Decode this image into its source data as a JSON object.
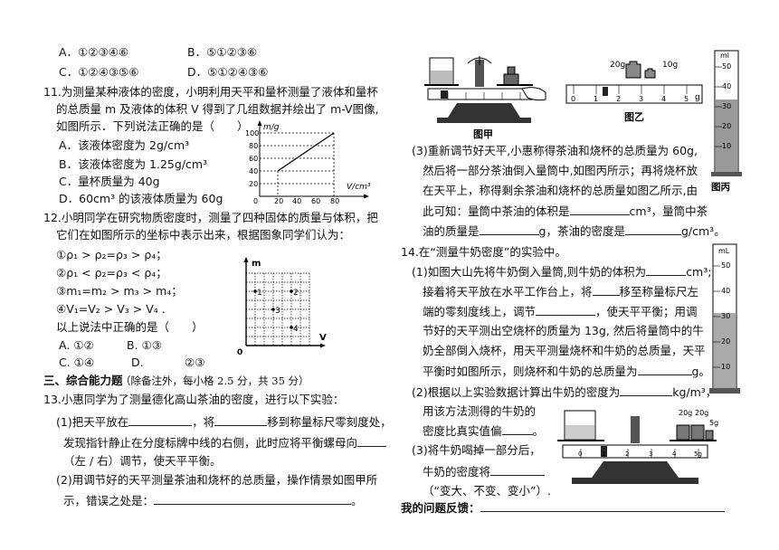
{
  "left": {
    "q10_options": {
      "A": "A．①②③④⑥",
      "B": "B．⑤①②③⑥",
      "C": "C．①②④③⑤⑥",
      "D": "D．⑤①②④③⑥"
    },
    "q11": {
      "line1": "11.为测量某种液体的密度，小明利用天平和量杯测量了液体和量杯",
      "line2": "的总质量 m 及液体的体积 V 得到了几组数据并绘出了 m-V图像,",
      "line3": "如图所示．下列说法正确的是（　　）",
      "A": "A．该液体密度为 2g/cm³",
      "B": "B．该液体密度为 1.25g/cm³",
      "C": "C．量杯质量为 40g",
      "D": "D．60cm³ 的该液体质量为 60g"
    },
    "q11_graph": {
      "ylabel": "m/g",
      "xlabel": "V/cm³",
      "y100": "100",
      "y80": "80",
      "y60": "60",
      "y40": "40",
      "y20": "20",
      "origin": "0",
      "x20": "20",
      "x40": "40",
      "x60": "60",
      "x80": "80"
    },
    "q12": {
      "line1": "12.小明同学在研究物质密度时，测量了四种固体的质量与体积，把",
      "line2": "它们在如图所示的坐标中表示出来，根据图象同学们认为：",
      "s1": "①ρ₁ > ρ₂=ρ₃ > ρ₄；",
      "s2": "②ρ₁ < ρ₂=ρ₃ < ρ₄；",
      "s3": "③m₁=m₂ > m₃ > m₄；",
      "s4": "④V₁=V₂ > V₃ > V₄ .",
      "ask": "以上说法中正确的是（　　）",
      "A": "A. ①②",
      "B": "B. ①③",
      "C": "C. ①④",
      "D": "D.",
      "D2": "②③"
    },
    "q12_graph": {
      "m": "m",
      "V": "V",
      "o": "0",
      "p1": "1",
      "p2": "2",
      "p3": "3",
      "p4": "4"
    },
    "section3": {
      "title": "三、综合能力题",
      "note": "（除备注外，每小格 2.5 分，共 35 分）"
    },
    "q13": {
      "line1": "13.小惠同学为了测量德化高山茶油的密度，进行以下实验：",
      "p1a": "(1)把天平放在",
      "p1b": "，将",
      "p1c": "移到称量标尺零刻度处，",
      "p1d": "发现指针静止在分度标牌中线的右侧，此时应将平衡螺母向",
      "p1e": "（左 / 右）调节，使天平平衡。",
      "p2a": "(2)用调节好的天平测量茶油和烧杯的总质量，操作情景如图甲所",
      "p2b": "示，错误之处是：",
      "p2c": "。"
    }
  },
  "right": {
    "fig_jia": "图甲",
    "fig_yi": "图乙",
    "fig_bing": "图丙",
    "w20": "20g",
    "w10": "10g",
    "scale_ticks": [
      "0",
      "1",
      "2",
      "3",
      "4",
      "5"
    ],
    "scale_unit": "g",
    "cyl1": {
      "unit": "ml",
      "t50": "50",
      "t40": "40",
      "t30": "30",
      "t20": "20",
      "t10": "10"
    },
    "q13_3": {
      "a": "(3)重新调节好天平,小惠称得茶油和烧杯的总质量为 60g,",
      "b": "然后将一部分茶油倒入量筒中,如图丙所示；再将烧杯放",
      "c": "在天平上，称得剩余茶油和烧杯的总质量如图乙所示,由",
      "d1": "此可知：量筒中茶油的体积是",
      "d2": "cm³，量筒中茶",
      "e1": "油的质量是",
      "e2": "g，茶油的密度是",
      "e3": "g/cm³。"
    },
    "q14": {
      "title": "14.在“测量牛奶密度”的实验中。",
      "p1a": "(1)如图大山先将牛奶倒入量筒,则牛奶的体积为",
      "p1b": "cm³;",
      "p1c": "接着将天平放在水平工作台上，将",
      "p1d": "移至称量标尺左",
      "p1e": "端的零刻度线上，调节",
      "p1f": "，使天平平衡；用调",
      "p1g": "节好的天平测出空烧杯的质量为 13g, 然后将量筒中的牛",
      "p1h": "奶全部倒入烧杯，用天平测量烧杯和牛奶的总质量，天平",
      "p1i": "平衡时如图所示，则烧杯和牛奶的总质量为",
      "p1j": "g。",
      "p2a": "(2)根据以上实验数据计算出牛奶的密度为",
      "p2b": "kg/m³，",
      "p2c": "用该方法测得的牛奶的",
      "p2d": "密度比真实值偏",
      "p2e": "。",
      "p3a": "(3)将牛奶喝掉一部分后，",
      "p3b": "牛奶的密度将",
      "p3c": "（“变大、不变、变小”）.",
      "feedback": "我的问题反馈："
    },
    "cyl2": {
      "unit": "mL",
      "t50": "50",
      "t40": "40",
      "t30": "30",
      "t20": "20",
      "t10": "10"
    },
    "balance2": {
      "w1": "20g",
      "w2": "20g",
      "w3": "5g",
      "ticks": [
        "0",
        "1",
        "2",
        "3",
        "4",
        "5g"
      ]
    }
  }
}
